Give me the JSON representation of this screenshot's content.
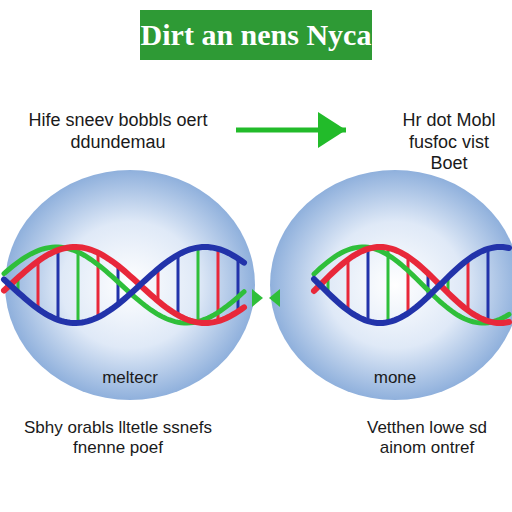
{
  "diagram": {
    "title": "Dirt an nens Nyca",
    "nodes": [
      {
        "text": [
          "Hife sneev bobbls oert ddundemau",
          "meltecr",
          "Sbhy orabls lltetle ssnefs fnenne poef"
        ]
      },
      {
        "text": [
          "Hr dot Mobl fusfoc vist Boet",
          "mone",
          "Vetthen lowe sd ainom ontref"
        ]
      }
    ],
    "edges": [
      {
        "from": 0,
        "to": 1,
        "arrow": "to"
      }
    ]
  }
}
